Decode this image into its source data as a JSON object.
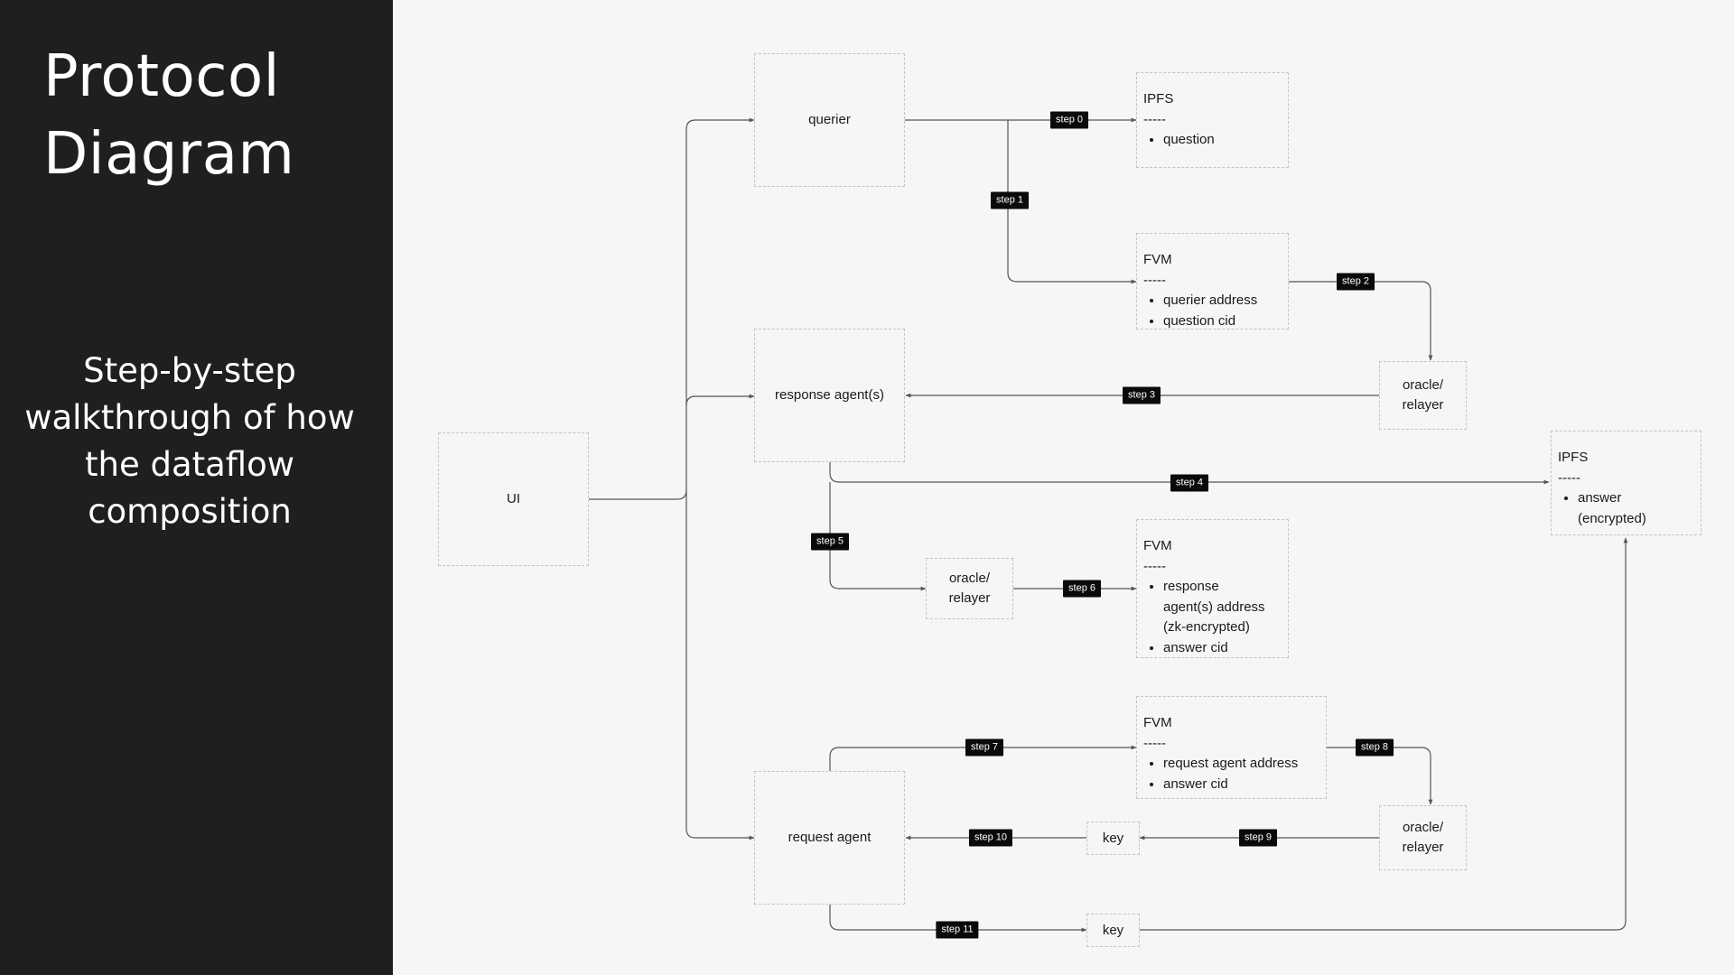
{
  "sidebar": {
    "title_lines": [
      "Protocol",
      "Diagram"
    ],
    "subtitle_lines": [
      "Step-by-step",
      "walkthrough of how",
      "the dataflow",
      "composition"
    ]
  },
  "diagram": {
    "nodes": {
      "ui": "UI",
      "querier": "querier",
      "response_agent": "response agent(s)",
      "request_agent": "request agent",
      "oracle_relayer_1": [
        "oracle/",
        "relayer"
      ],
      "oracle_relayer_2": [
        "oracle/",
        "relayer"
      ],
      "oracle_relayer_3": [
        "oracle/",
        "relayer"
      ],
      "key_1": "key",
      "key_2": "key"
    },
    "stores": {
      "ipfs_question": {
        "title": "IPFS",
        "separator": "-----",
        "items": [
          "question"
        ]
      },
      "fvm_query": {
        "title": "FVM",
        "separator": "-----",
        "items": [
          "querier address",
          "question cid"
        ]
      },
      "ipfs_answer": {
        "title": "IPFS",
        "separator": "-----",
        "items": [
          "answer (encrypted)"
        ]
      },
      "fvm_response": {
        "title": "FVM",
        "separator": "-----",
        "items": [
          "response agent(s) address  (zk-encrypted)",
          "answer cid"
        ]
      },
      "fvm_request": {
        "title": "FVM",
        "separator": "-----",
        "items": [
          "request agent address",
          "answer cid"
        ]
      }
    },
    "steps": [
      "step 0",
      "step 1",
      "step 2",
      "step 3",
      "step 4",
      "step 5",
      "step 6",
      "step 7",
      "step 8",
      "step 9",
      "step 10",
      "step 11"
    ]
  }
}
